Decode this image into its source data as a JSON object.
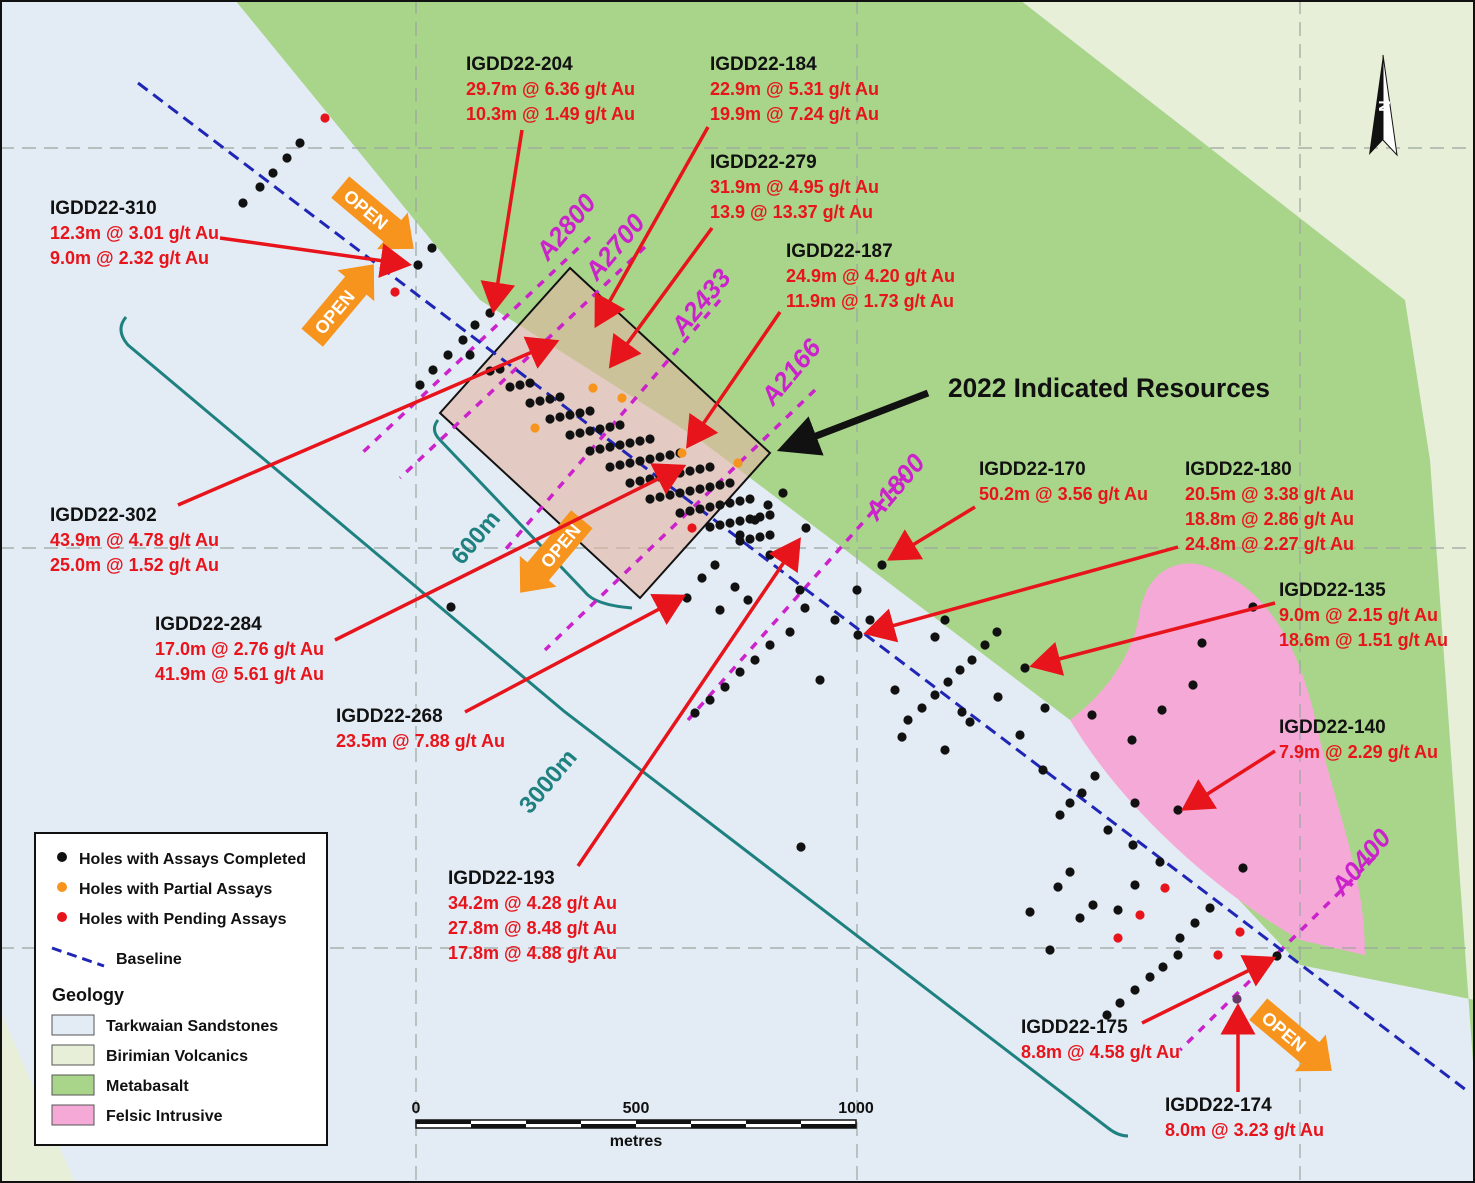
{
  "colors": {
    "tarkwaian": "#e3ecf5",
    "birimian": "#e7efd9",
    "metabasalt": "#a8d58a",
    "felsic": "#f5a9d6",
    "baseline": "#1f26b5",
    "section_line": "#cc22cc",
    "arrow": "#e8141b",
    "open_arrow": "#f7941d",
    "dimension": "#1f8080",
    "resource_fill": "#e3b5a4",
    "hole_completed": "#111111",
    "hole_partial": "#f7941d",
    "hole_pending": "#e8141b"
  },
  "title": "2022 Indicated Resources",
  "north_label": "N",
  "sections": [
    "A2800",
    "A2700",
    "A2433",
    "A2166",
    "A1800",
    "A0400"
  ],
  "open_labels": [
    "OPEN",
    "OPEN",
    "OPEN",
    "OPEN"
  ],
  "dimensions": {
    "short": "600m",
    "long": "3000m"
  },
  "scale": {
    "ticks": [
      "0",
      "500",
      "1000"
    ],
    "unit": "metres"
  },
  "holes": [
    {
      "id": "IGDD22-310",
      "assays": [
        "12.3m @ 3.01 g/t Au",
        "9.0m @ 2.32 g/t Au"
      ]
    },
    {
      "id": "IGDD22-204",
      "assays": [
        "29.7m @ 6.36 g/t Au",
        "10.3m @ 1.49 g/t Au"
      ]
    },
    {
      "id": "IGDD22-184",
      "assays": [
        "22.9m @ 5.31 g/t Au",
        "19.9m @ 7.24 g/t Au"
      ]
    },
    {
      "id": "IGDD22-279",
      "assays": [
        "31.9m @ 4.95 g/t Au",
        "13.9 @ 13.37 g/t Au"
      ]
    },
    {
      "id": "IGDD22-187",
      "assays": [
        "24.9m @ 4.20 g/t Au",
        "11.9m @ 1.73 g/t Au"
      ]
    },
    {
      "id": "IGDD22-302",
      "assays": [
        "43.9m @ 4.78 g/t Au",
        "25.0m @ 1.52 g/t Au"
      ]
    },
    {
      "id": "IGDD22-284",
      "assays": [
        "17.0m @ 2.76 g/t Au",
        "41.9m @ 5.61 g/t Au"
      ]
    },
    {
      "id": "IGDD22-268",
      "assays": [
        "23.5m @ 7.88 g/t Au"
      ]
    },
    {
      "id": "IGDD22-193",
      "assays": [
        "34.2m @ 4.28 g/t Au",
        "27.8m @ 8.48 g/t Au",
        "17.8m @ 4.88 g/t Au"
      ]
    },
    {
      "id": "IGDD22-170",
      "assays": [
        "50.2m @ 3.56 g/t Au"
      ]
    },
    {
      "id": "IGDD22-180",
      "assays": [
        "20.5m @ 3.38 g/t Au",
        "18.8m @ 2.86 g/t Au",
        "24.8m @ 2.27 g/t Au"
      ]
    },
    {
      "id": "IGDD22-135",
      "assays": [
        "9.0m @ 2.15 g/t Au",
        "18.6m @ 1.51 g/t Au"
      ]
    },
    {
      "id": "IGDD22-140",
      "assays": [
        "7.9m @ 2.29 g/t Au"
      ]
    },
    {
      "id": "IGDD22-175",
      "assays": [
        "8.8m @ 4.58 g/t Au"
      ]
    },
    {
      "id": "IGDD22-174",
      "assays": [
        "8.0m @ 3.23 g/t Au"
      ]
    }
  ],
  "legend": {
    "completed": "Holes with Assays Completed",
    "partial": "Holes with Partial Assays",
    "pending": "Holes with Pending Assays",
    "baseline": "Baseline",
    "geology_heading": "Geology",
    "tarkwaian": "Tarkwaian Sandstones",
    "birimian": "Birimian Volcanics",
    "metabasalt": "Metabasalt",
    "felsic": "Felsic Intrusive"
  }
}
